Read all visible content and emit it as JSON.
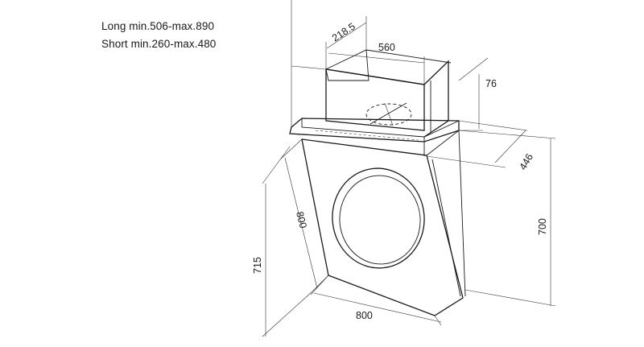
{
  "notes": {
    "long": "Long min.506-max.890",
    "short": "Short min.260-max.480"
  },
  "dimensions": {
    "chimney_depth": "218.5",
    "chimney_width": "560",
    "offset": "76",
    "depth": "446",
    "height": "700",
    "panel_diagonal": "800",
    "panel_height": "715",
    "width": "800"
  }
}
